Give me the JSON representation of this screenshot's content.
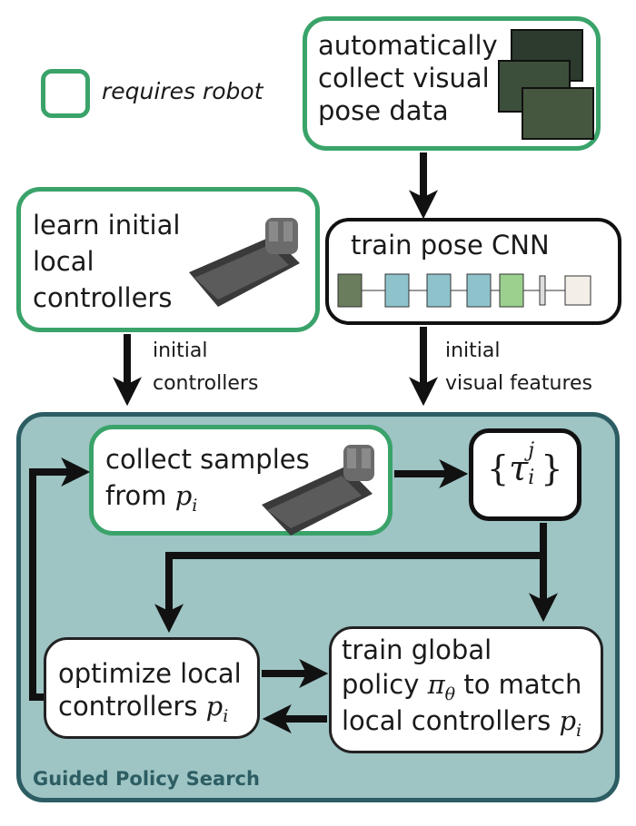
{
  "legend": {
    "label": "requires robot"
  },
  "nodes": {
    "collect_visual": {
      "lines": [
        "automatically",
        "collect visual",
        "pose data"
      ]
    },
    "learn_local": {
      "lines": [
        "learn initial",
        "local",
        "controllers"
      ]
    },
    "train_cnn": {
      "label": "train pose CNN"
    },
    "collect_samples": {
      "lines": [
        "collect samples",
        "from "
      ],
      "var": "p",
      "sub": "i"
    },
    "tau": {
      "symbol": "τ",
      "sub": "i",
      "sup": "j"
    },
    "optimize": {
      "lines": [
        "optimize local",
        "controllers "
      ],
      "var": "p",
      "sub": "i"
    },
    "train_global": {
      "lines": [
        "train global",
        "policy ",
        " to match",
        "local controllers "
      ],
      "pi": "π",
      "pi_sub": "θ",
      "var": "p",
      "sub": "i"
    }
  },
  "edge_labels": {
    "initial_controllers": [
      "initial",
      "controllers"
    ],
    "initial_visual": [
      "initial",
      "visual features"
    ]
  },
  "region": {
    "title": "Guided Policy Search"
  },
  "colors": {
    "green": "#3aa36a",
    "region_fill": "#9ec4c4",
    "region_border": "#2c5d63",
    "region_title": "#2c5d63"
  }
}
